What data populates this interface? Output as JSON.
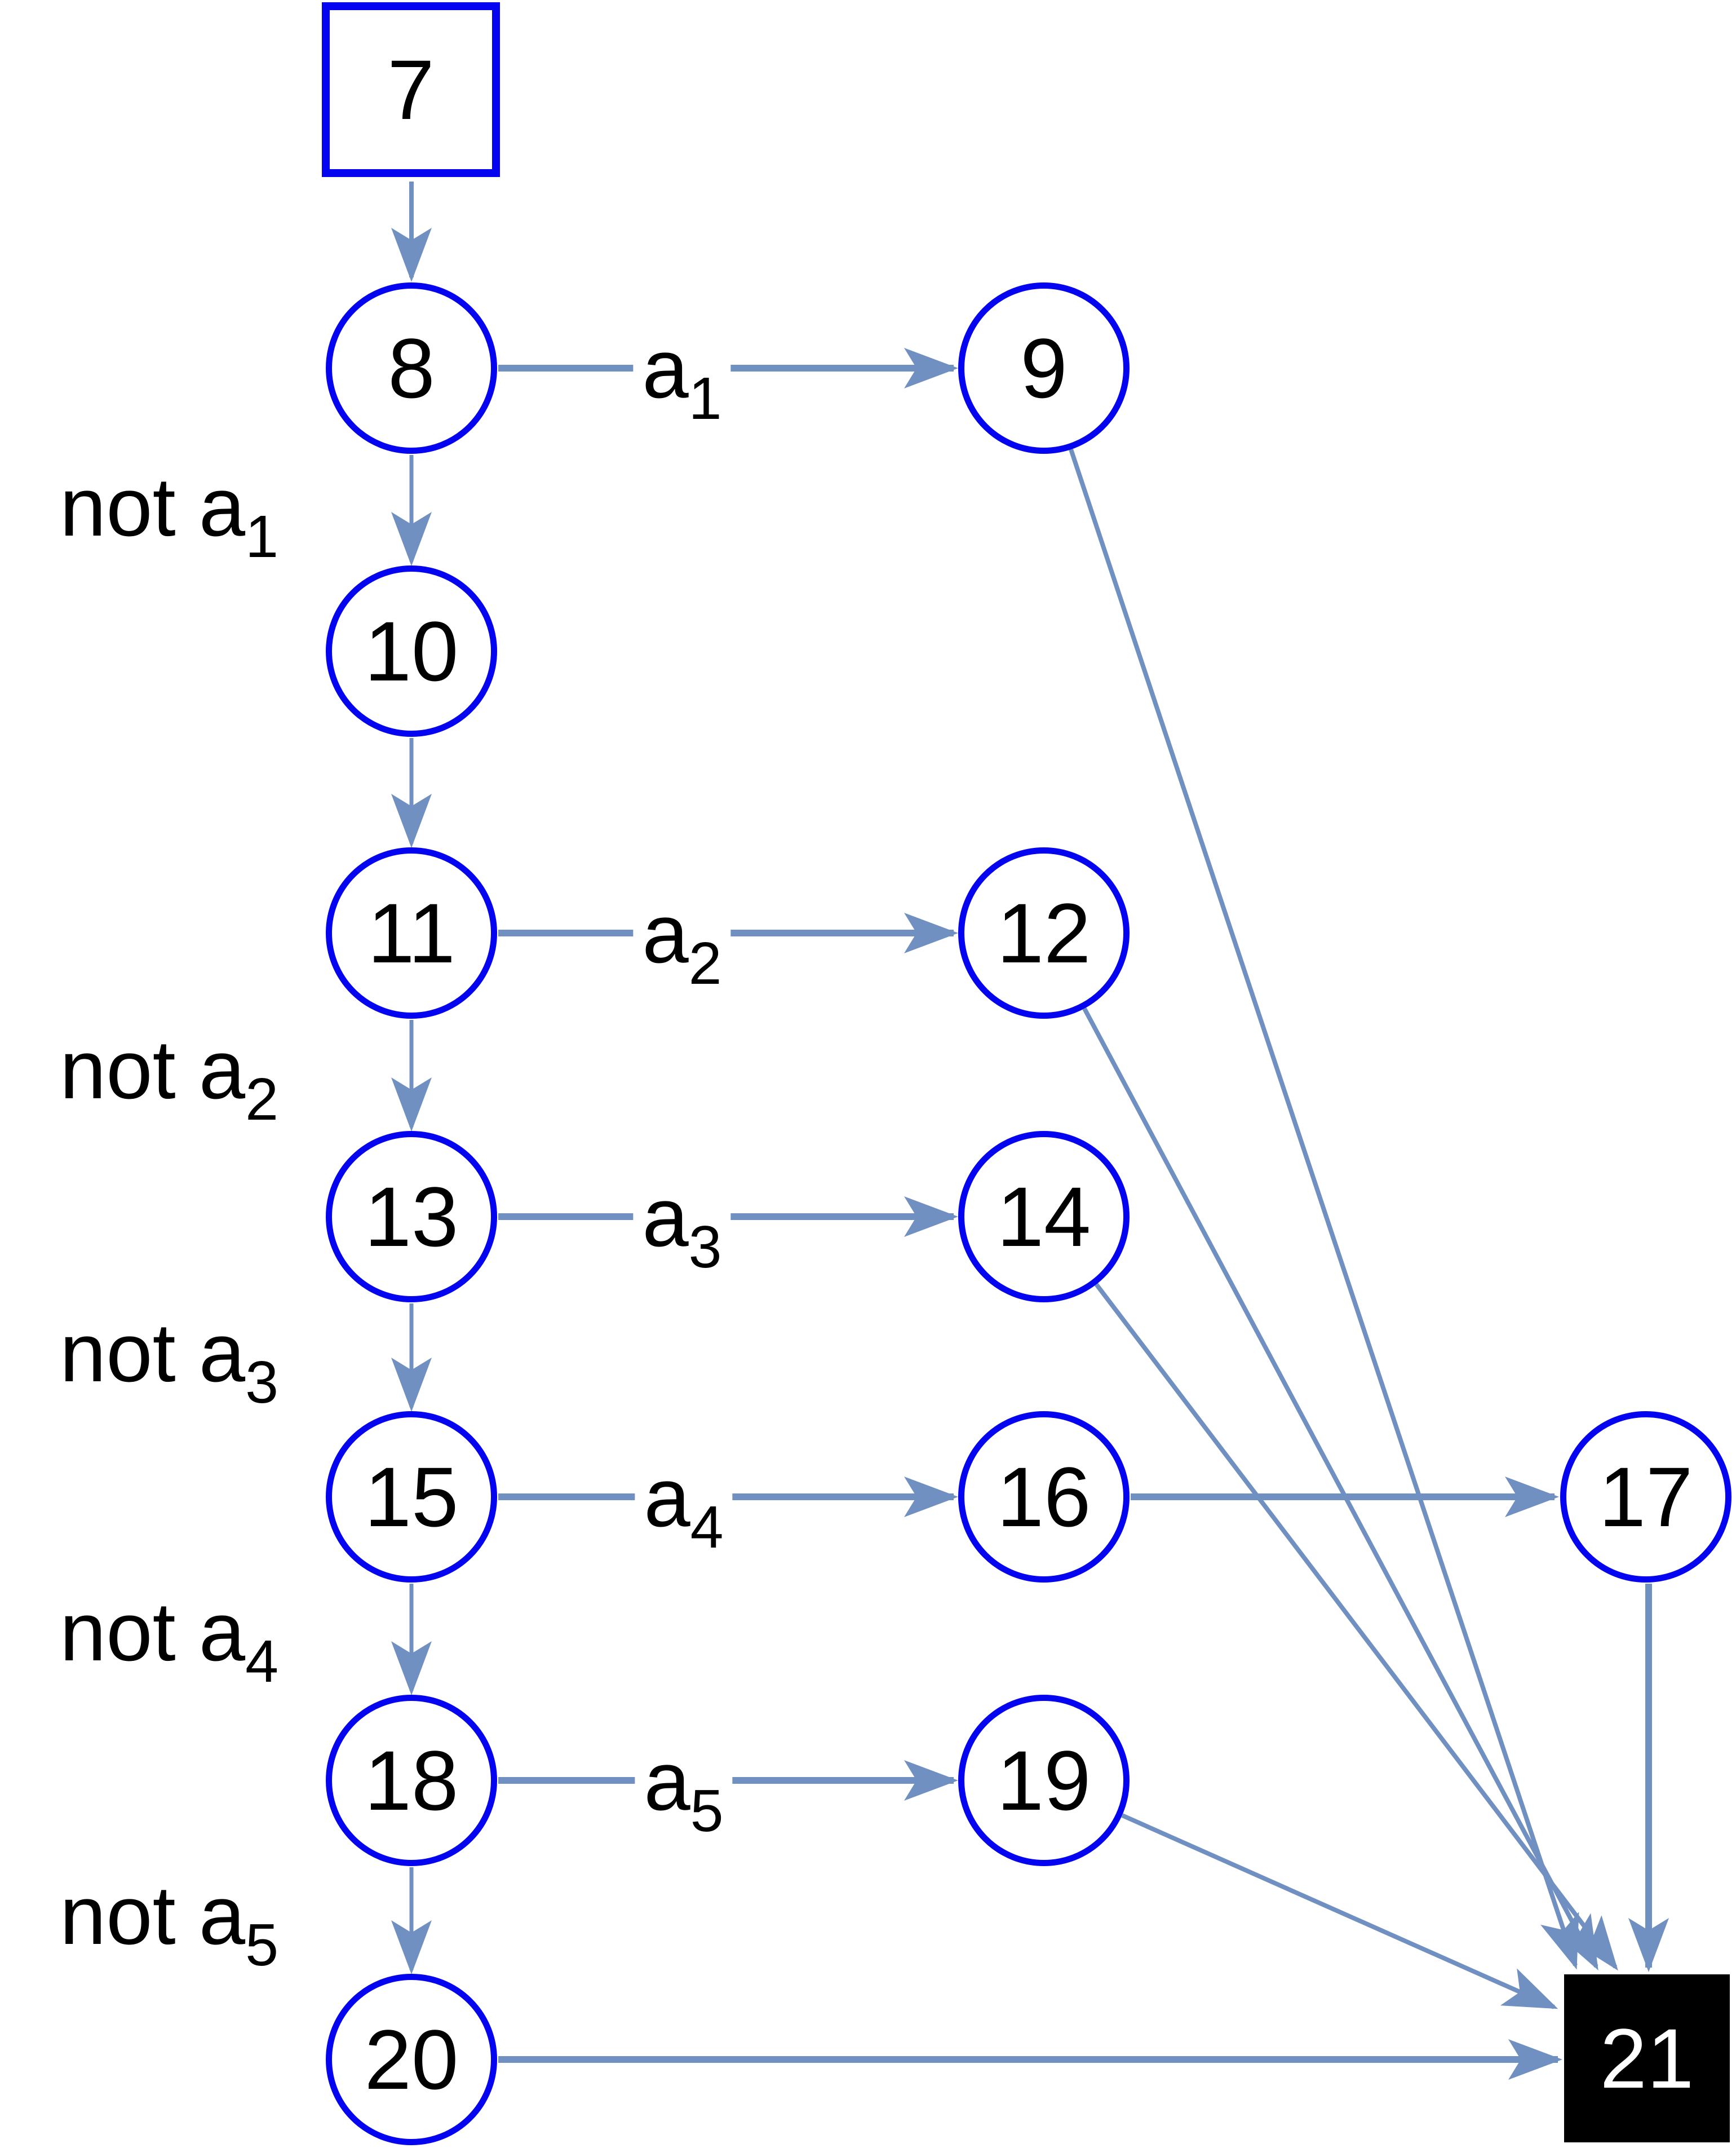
{
  "diagram": {
    "description": "decision-list flow graph",
    "colors": {
      "node_stroke": "#0404F0",
      "arrow": "#7090C2",
      "final_fill": "#000000",
      "final_text": "#ffffff",
      "label_text": "#000000",
      "background": "#ffffff"
    },
    "nodes": [
      {
        "id": "7",
        "label": "7",
        "shape": "square",
        "role": "start"
      },
      {
        "id": "8",
        "label": "8",
        "shape": "circle",
        "role": "decision"
      },
      {
        "id": "9",
        "label": "9",
        "shape": "circle",
        "role": "state"
      },
      {
        "id": "10",
        "label": "10",
        "shape": "circle",
        "role": "state"
      },
      {
        "id": "11",
        "label": "11",
        "shape": "circle",
        "role": "decision"
      },
      {
        "id": "12",
        "label": "12",
        "shape": "circle",
        "role": "state"
      },
      {
        "id": "13",
        "label": "13",
        "shape": "circle",
        "role": "decision"
      },
      {
        "id": "14",
        "label": "14",
        "shape": "circle",
        "role": "state"
      },
      {
        "id": "15",
        "label": "15",
        "shape": "circle",
        "role": "decision"
      },
      {
        "id": "16",
        "label": "16",
        "shape": "circle",
        "role": "state"
      },
      {
        "id": "17",
        "label": "17",
        "shape": "circle",
        "role": "state"
      },
      {
        "id": "18",
        "label": "18",
        "shape": "circle",
        "role": "decision"
      },
      {
        "id": "19",
        "label": "19",
        "shape": "circle",
        "role": "state"
      },
      {
        "id": "20",
        "label": "20",
        "shape": "circle",
        "role": "state"
      },
      {
        "id": "21",
        "label": "21",
        "shape": "filled-square",
        "role": "final"
      }
    ],
    "edges": [
      {
        "from": "7",
        "to": "8",
        "label": "",
        "sub": ""
      },
      {
        "from": "8",
        "to": "9",
        "label": "a",
        "sub": "1"
      },
      {
        "from": "8",
        "to": "10",
        "label": "not a",
        "sub": "1"
      },
      {
        "from": "10",
        "to": "11",
        "label": "",
        "sub": ""
      },
      {
        "from": "11",
        "to": "12",
        "label": "a",
        "sub": "2"
      },
      {
        "from": "11",
        "to": "13",
        "label": "not a",
        "sub": "2"
      },
      {
        "from": "13",
        "to": "14",
        "label": "a",
        "sub": "3"
      },
      {
        "from": "13",
        "to": "15",
        "label": "not a",
        "sub": "3"
      },
      {
        "from": "15",
        "to": "16",
        "label": "a",
        "sub": "4"
      },
      {
        "from": "16",
        "to": "17",
        "label": "",
        "sub": ""
      },
      {
        "from": "15",
        "to": "18",
        "label": "not a",
        "sub": "4"
      },
      {
        "from": "18",
        "to": "19",
        "label": "a",
        "sub": "5"
      },
      {
        "from": "18",
        "to": "20",
        "label": "not a",
        "sub": "5"
      },
      {
        "from": "20",
        "to": "21",
        "label": "",
        "sub": ""
      },
      {
        "from": "17",
        "to": "21",
        "label": "",
        "sub": ""
      },
      {
        "from": "9",
        "to": "21",
        "label": "",
        "sub": ""
      },
      {
        "from": "12",
        "to": "21",
        "label": "",
        "sub": ""
      },
      {
        "from": "14",
        "to": "21",
        "label": "",
        "sub": ""
      },
      {
        "from": "19",
        "to": "21",
        "label": "",
        "sub": ""
      }
    ]
  }
}
